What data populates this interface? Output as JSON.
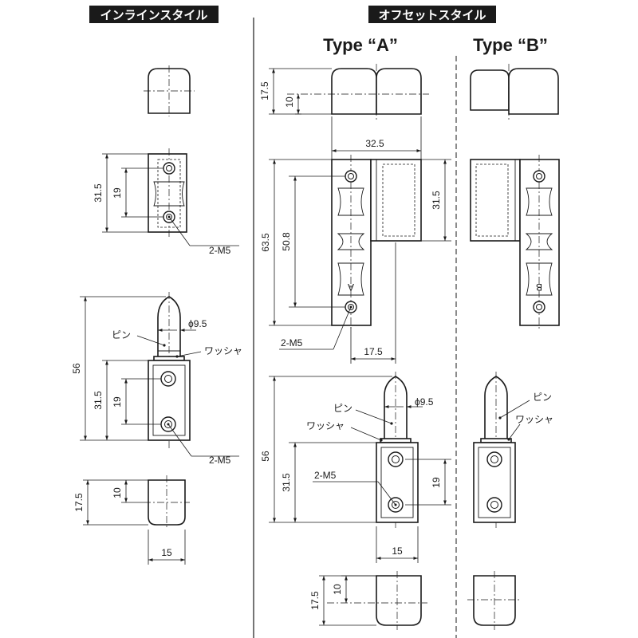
{
  "headers": {
    "inline": "インラインスタイル",
    "offset": "オフセットスタイル"
  },
  "types": {
    "a": "Type “A”",
    "b": "Type “B”"
  },
  "dims": {
    "d31_5": "31.5",
    "d19": "19",
    "d56": "56",
    "d17_5": "17.5",
    "d10": "10",
    "d15": "15",
    "d32_5": "32.5",
    "d63_5": "63.5",
    "d50_8": "50.8",
    "phi9_5": "ϕ9.5"
  },
  "labels": {
    "m5": "2-M5",
    "pin": "ピン",
    "washer": "ワッシャ",
    "mark_a": "A",
    "mark_b": "B"
  }
}
